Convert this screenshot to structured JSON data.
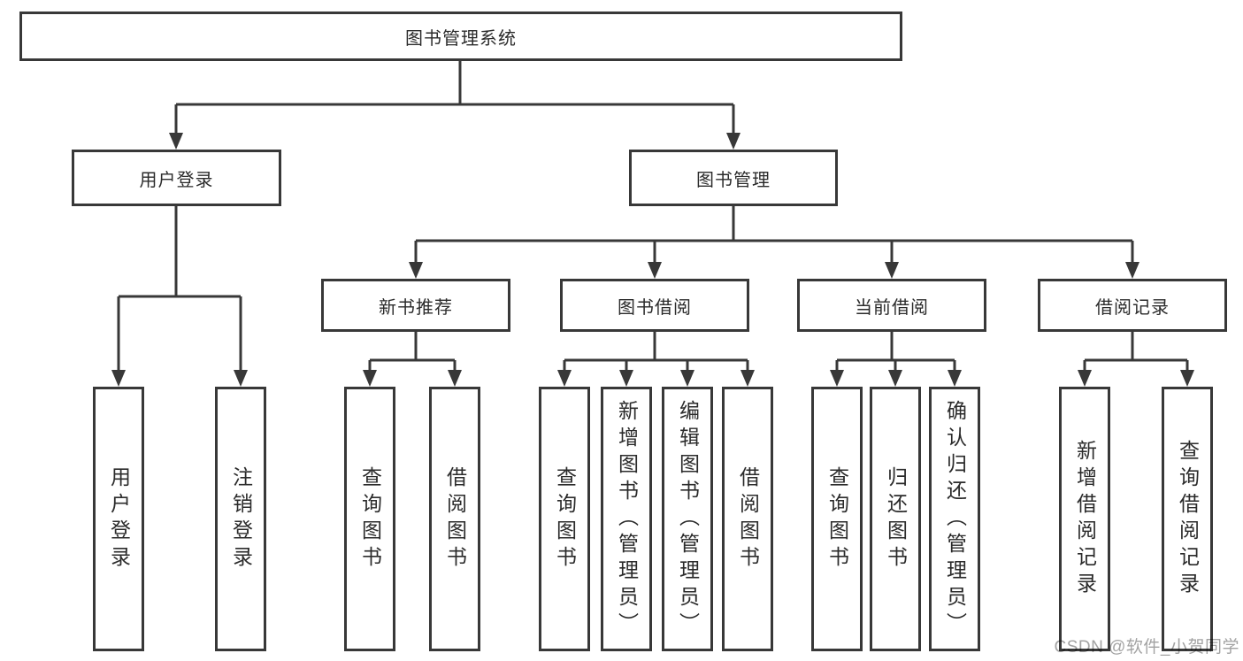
{
  "diagram": {
    "title": "图书管理系统",
    "root": {
      "label": "图书管理系统"
    },
    "level2": [
      {
        "label": "用户登录"
      },
      {
        "label": "图书管理"
      }
    ],
    "level3": [
      {
        "label": "新书推荐",
        "parent": "图书管理"
      },
      {
        "label": "图书借阅",
        "parent": "图书管理"
      },
      {
        "label": "当前借阅",
        "parent": "图书管理"
      },
      {
        "label": "借阅记录",
        "parent": "图书管理"
      }
    ],
    "leaves": [
      {
        "label": "用户登录",
        "parent": "用户登录"
      },
      {
        "label": "注销登录",
        "parent": "用户登录"
      },
      {
        "label": "查询图书",
        "parent": "新书推荐"
      },
      {
        "label": "借阅图书",
        "parent": "新书推荐"
      },
      {
        "label": "查询图书",
        "parent": "图书借阅"
      },
      {
        "label": "新增图书（管理员）",
        "parent": "图书借阅"
      },
      {
        "label": "编辑图书（管理员）",
        "parent": "图书借阅"
      },
      {
        "label": "借阅图书",
        "parent": "图书借阅"
      },
      {
        "label": "查询图书",
        "parent": "当前借阅"
      },
      {
        "label": "归还图书",
        "parent": "当前借阅"
      },
      {
        "label": "确认归还（管理员）",
        "parent": "当前借阅"
      },
      {
        "label": "新增借阅记录",
        "parent": "借阅记录"
      },
      {
        "label": "查询借阅记录",
        "parent": "借阅记录"
      }
    ],
    "watermark": "CSDN @软件_小贺同学",
    "colors": {
      "line": "#383838",
      "text": "#2b2b2b",
      "box_background": "#ffffff",
      "page_background": "#ffffff",
      "watermark": "#a3a3a3"
    }
  }
}
